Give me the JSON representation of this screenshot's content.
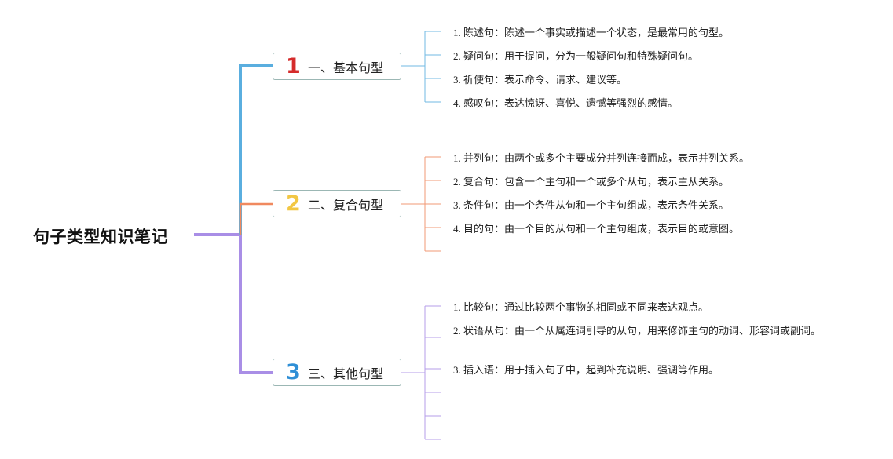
{
  "root": {
    "title": "句子类型知识笔记"
  },
  "branches": [
    {
      "number": "1",
      "label": "一、基本句型",
      "color": "#5aaedf",
      "number_color": "#d52b2b",
      "items": [
        "1. 陈述句：陈述一个事实或描述一个状态，是最常用的句型。",
        "2. 疑问句：用于提问，分为一般疑问句和特殊疑问句。",
        "3. 祈使句：表示命令、请求、建议等。",
        "4. 感叹句：表达惊讶、喜悦、遗憾等强烈的感情。"
      ]
    },
    {
      "number": "2",
      "label": "二、复合句型",
      "color": "#f0895f",
      "number_color": "#f2c744",
      "items": [
        "1. 并列句：由两个或多个主要成分并列连接而成，表示并列关系。",
        "2. 复合句：包含一个主句和一个或多个从句，表示主从关系。",
        "3. 条件句：由一个条件从句和一个主句组成，表示条件关系。",
        "4. 目的句：由一个目的从句和一个主句组成，表示目的或意图。"
      ]
    },
    {
      "number": "3",
      "label": "三、其他句型",
      "color": "#a98ee6",
      "number_color": "#2f8fd6",
      "items": [
        "1. 比较句：通过比较两个事物的相同或不同来表达观点。",
        "2. 状语从句：由一个从属连词引导的从句，用来修饰主句的动词、形容词或副词。",
        "3. 插入语：用于插入句子中，起到补充说明、强调等作用。"
      ]
    }
  ]
}
